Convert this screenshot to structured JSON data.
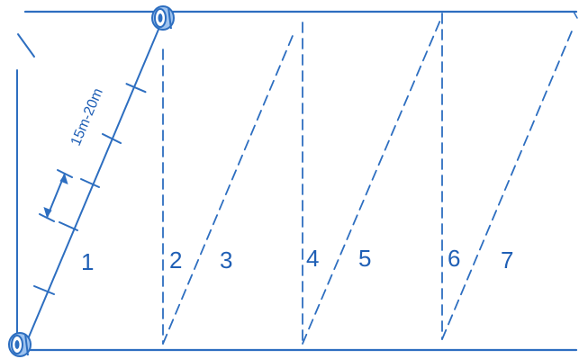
{
  "diagram": {
    "measure_label": "15m-20m",
    "labels": [
      "1",
      "2",
      "3",
      "4",
      "5",
      "6",
      "7"
    ],
    "colors": {
      "line": "#2d6ec0",
      "text": "#1f5fb5",
      "reel_fill": "#9ec3ef"
    },
    "icons": [
      "cable-reel-icon",
      "cable-reel-icon"
    ]
  }
}
